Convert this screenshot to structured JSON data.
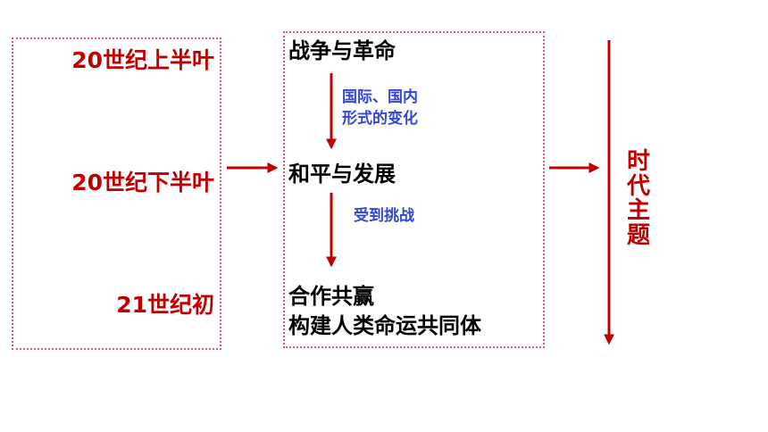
{
  "eras": {
    "first_half_20c": "20世纪上半叶",
    "second_half_20c": "20世纪下半叶",
    "early_21c": "21世纪初"
  },
  "themes": {
    "war_revolution": "战争与革命",
    "peace_development": "和平与发展",
    "win_win_cooperation": "合作共赢",
    "community_shared_future": "构建人类命运共同体"
  },
  "notes": {
    "change_line1": "国际、国内",
    "change_line2": "形式的变化",
    "challenged": "受到挑战"
  },
  "side_title": "时代主题",
  "colors": {
    "era_red": "#c00000",
    "note_blue": "#3346d6",
    "theme_black": "#000000",
    "border_pink": "#e0566a"
  }
}
